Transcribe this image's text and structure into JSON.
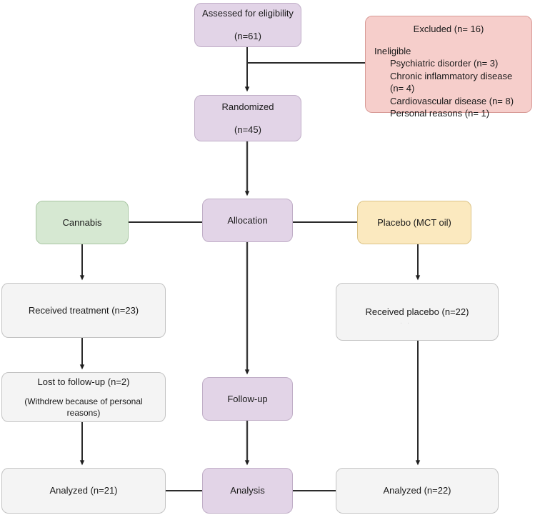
{
  "diagram": {
    "type": "consort-flow-diagram",
    "title": "CONSORT participant flow",
    "colors": {
      "purple": "#e2d4e7",
      "green": "#d6e8d2",
      "yellow": "#fbe9bf",
      "pink": "#f6cecb",
      "grey": "#f4f4f4",
      "connector": "#2b2b2b"
    }
  },
  "nodes": {
    "assessed": {
      "label": "Assessed for eligibility",
      "count": "(n=61)"
    },
    "excluded": {
      "header": "Excluded (n= 16)",
      "reason_group": "Ineligible",
      "reasons": [
        "Psychiatric disorder (n= 3)",
        "Chronic inflammatory disease (n= 4)",
        "Cardiovascular disease (n= 8)",
        "Personal reasons (n= 1)"
      ]
    },
    "randomized": {
      "label": "Randomized",
      "count": "(n=45)"
    },
    "allocation": {
      "label": "Allocation"
    },
    "cannabis": {
      "label": "Cannabis"
    },
    "placebo": {
      "label": "Placebo (MCT oil)"
    },
    "received_treatment": {
      "label": "Received treatment (n=23)"
    },
    "received_placebo": {
      "label": "Received placebo (n=22)"
    },
    "lost_followup": {
      "label": "Lost to follow-up (n=2)",
      "note": "(Withdrew because of personal reasons)"
    },
    "followup": {
      "label": "Follow-up"
    },
    "analysis": {
      "label": "Analysis"
    },
    "analyzed_left": {
      "label": "Analyzed (n=21)"
    },
    "analyzed_right": {
      "label": "Analyzed (n=22)"
    }
  }
}
